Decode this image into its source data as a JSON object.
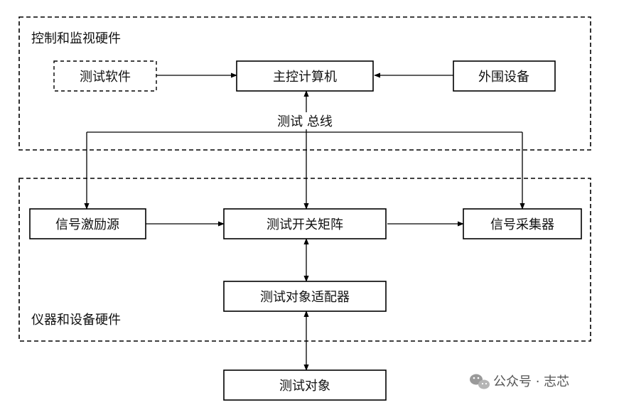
{
  "regions": {
    "control": "控制和监视硬件",
    "instrument": "仪器和设备硬件"
  },
  "boxes": {
    "test_software": "测试软件",
    "main_computer": "主控计算机",
    "peripherals": "外围设备",
    "signal_source": "信号激励源",
    "switch_matrix": "测试开关矩阵",
    "signal_collector": "信号采集器",
    "adapter": "测试对象适配器",
    "test_object": "测试对象"
  },
  "bus_label": "测试 总线",
  "watermark": "公众号 · 志芯"
}
